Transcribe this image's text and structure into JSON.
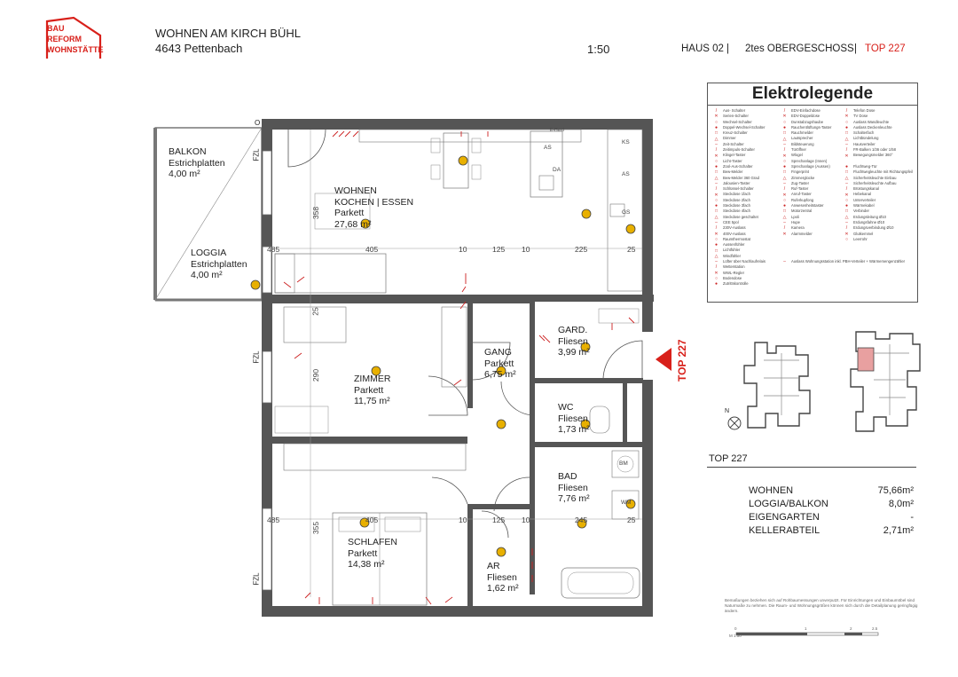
{
  "header": {
    "logo_lines": [
      "BAU",
      "REFORM",
      "WOHNSTÄTTE"
    ],
    "project": "WOHNEN AM KIRCH BÜHL",
    "address": "4643 Pettenbach",
    "scale": "1:50",
    "house": "HAUS 02",
    "separator": "|",
    "floor": "2tes OBERGESCHOSS",
    "unit": "TOP 227",
    "brand_color": "#d8201a"
  },
  "legend": {
    "title": "Elektrolegende",
    "col1": [
      "Aus- Schalter",
      "Serien-Schalter",
      "Wechsel-Schalter",
      "Doppel-Wechsel-Schalter",
      "Kreuz-Schalter",
      "Dimmer",
      "Zeit-Schalter",
      "Zeitimpuls-Schalter",
      "Klingel-Taster",
      "Licht-Taster",
      "Zool-Aus-Schalter",
      "Bew-Melder",
      "Bew-Melder 360 Grad",
      "Jalousien-Taster",
      "Schlüssel-Schalter",
      "Steckdose 1fach",
      "Steckdose 2fach",
      "Steckdose 3fach",
      "Steckdose 4fach",
      "Steckdose geschaltet",
      "CEE 5pol",
      "230V-Auslass",
      "400V-Auslass",
      "Raumthermostat",
      "Aussenfühler",
      "Lichtfühler",
      "Windfühler",
      "Lüfter über Nachlaufrelais",
      "Wetterstation",
      "WWL-Regler",
      "Bodendose",
      "Zutrittskontrolle"
    ],
    "col2": [
      "EDV-Einfachdose",
      "EDV-Doppeldose",
      "Dunstabzugshaube",
      "Rauchentlüftungs-Taster",
      "Rauchmelder",
      "Lautsprecher",
      "Bildsteuerung",
      "Türöffner",
      "Wlogel",
      "Sprechanlage (Innen)",
      "Sprechanlage (Aussen)",
      "Fingerprint",
      "Zimmerglocke",
      "Zug-Taster",
      "Ruf-Taster",
      "Anruf-Taster",
      "Ruferkupfong",
      "Anwesenheitstaster",
      "Motorzentral",
      "Lpoli",
      "Hupe",
      "Kamera",
      "Alarmmelder",
      "",
      "",
      "",
      "",
      "Auslass Wohnungsstation inkl. PBH-Verteiler + Wärmemengenzähler"
    ],
    "col3": [
      "Telefon Dose",
      "TV Dose",
      "Auslass Wandleuchte",
      "Auslass Deckenleuchte",
      "Schalterfach",
      "Lichtbündelung",
      "Hausverteiler",
      "FR-Balken 1/36 oder 1/58",
      "Bewegungsmelder 360°",
      "",
      "Fluchtweg-Tür",
      "Fluchtwegleuchte mit Richtungspfeil",
      "Sicherheitsleuchte Einbau",
      "Sicherheitsleuchte Aufbau",
      "Brüstungskanal",
      "Hebekanal",
      "Unterverteiler",
      "Wärmekabel",
      "Verbinder",
      "Erdungsleitung Ø10",
      "Erdungsfahne Ø10",
      "Erdungsverbindung Ø10",
      "Glutkemmel",
      "Leerrohr"
    ]
  },
  "rooms": {
    "balkon": {
      "name": "BALKON",
      "floor": "Estrichplatten",
      "area": "4,00 m²"
    },
    "loggia": {
      "name": "LOGGIA",
      "floor": "Estrichplatten",
      "area": "4,00 m²"
    },
    "wohnen": {
      "name1": "WOHNEN",
      "name2": "KOCHEN | ESSEN",
      "floor": "Parkett",
      "area": "27,68 m²"
    },
    "zimmer": {
      "name": "ZIMMER",
      "floor": "Parkett",
      "area": "11,75 m²"
    },
    "gang": {
      "name": "GANG",
      "floor": "Parkett",
      "area": "6,75 m²"
    },
    "gard": {
      "name": "GARD.",
      "floor": "Fliesen",
      "area": "3,99 m²"
    },
    "wc": {
      "name": "WC",
      "floor": "Fliesen",
      "area": "1,73 m²"
    },
    "bad": {
      "name": "BAD",
      "floor": "Fliesen",
      "area": "7,76 m²"
    },
    "schlafen": {
      "name": "SCHLAFEN",
      "floor": "Parkett",
      "area": "14,38 m²"
    },
    "ar": {
      "name": "AR",
      "floor": "Fliesen",
      "area": "1,62 m²"
    }
  },
  "dimensions": {
    "top_row": [
      "485",
      "405",
      "10",
      "125",
      "10",
      "225",
      "25"
    ],
    "bottom_row": [
      "485",
      "405",
      "10",
      "125",
      "10",
      "245",
      "25"
    ],
    "vertical": [
      "358",
      "25",
      "290",
      "355"
    ],
    "fzl": "FZL",
    "corner_o": "O",
    "bad_labels": [
      "BM",
      "WM"
    ],
    "kitchen_labels": [
      "KS",
      "AS",
      "DA",
      "AS",
      "GS"
    ],
    "eherd": "E-Herd"
  },
  "entrance": {
    "label": "TOP 227",
    "color": "#d8201a"
  },
  "summary": {
    "title": "TOP 227",
    "rows": [
      {
        "label": "WOHNEN",
        "value": "75,66m²"
      },
      {
        "label": "LOGGIA/BALKON",
        "value": "8,0m²"
      },
      {
        "label": "EIGENGARTEN",
        "value": "-"
      },
      {
        "label": "KELLERABTEIL",
        "value": "2,71m²"
      }
    ]
  },
  "note": "Bemaßungen beziehen sich auf Rohbaumessungen unverputzt. Für Einrichtungen und Einbaumöbel sind Naturmaße zu nehmen. Die Raum- und Wohnungsgrößen können sich durch die Detailplanung geringfügig ändern.",
  "scalebar": {
    "label": "M 1:50",
    "ticks": [
      "0",
      "1",
      "2",
      "2.5"
    ]
  },
  "compass": {
    "label": "N"
  }
}
